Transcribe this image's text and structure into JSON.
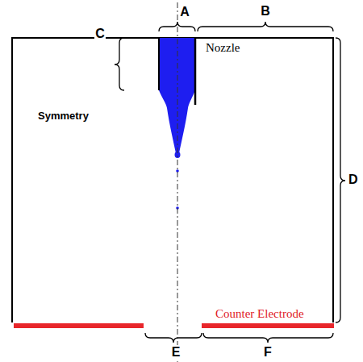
{
  "diagram": {
    "labels": [
      "A",
      "B",
      "C",
      "Nozzle",
      "Symmetry",
      "D",
      "Counter Electrode",
      "E",
      "F"
    ]
  }
}
